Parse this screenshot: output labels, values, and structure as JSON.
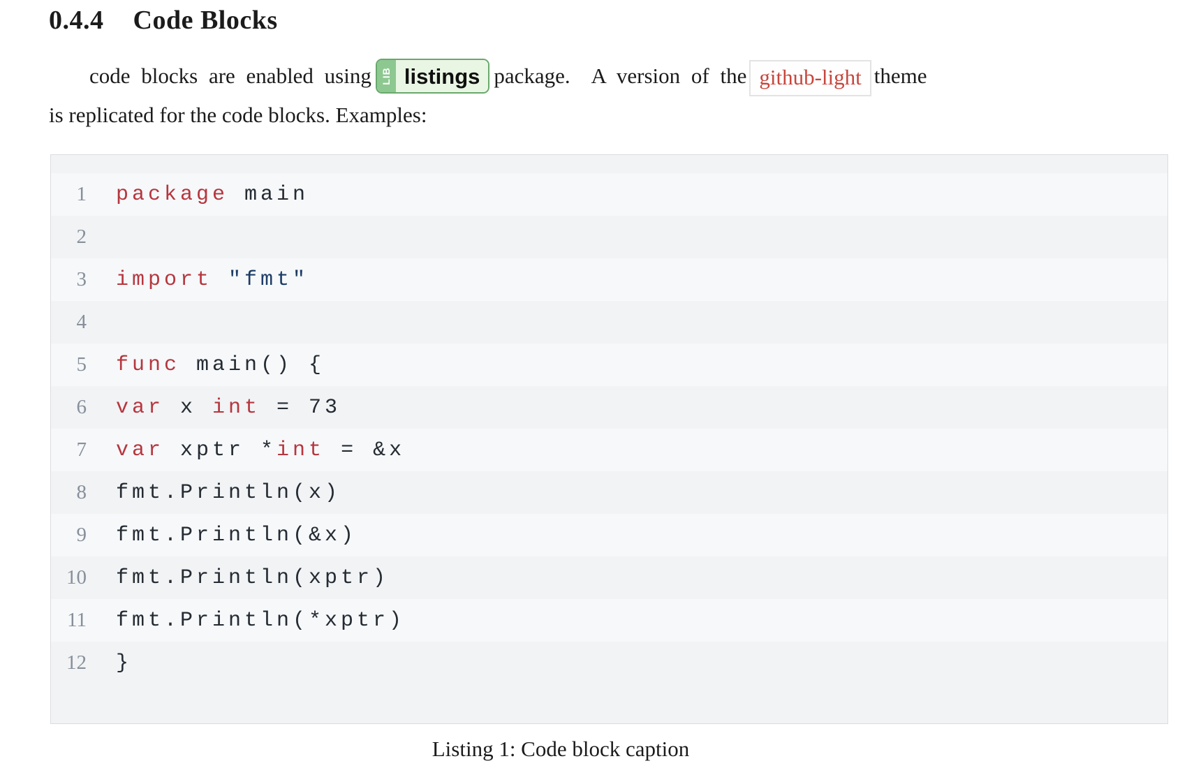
{
  "heading": {
    "number": "0.4.4",
    "title": "Code Blocks"
  },
  "paragraph": {
    "line1_before": "code blocks are enabled using",
    "badge_tag": "LIB",
    "badge_label": "listings",
    "line1_middle": "package.  A version of the",
    "theme_label": "github-light",
    "line1_after": "theme",
    "line2": "is replicated for the code blocks. Examples:"
  },
  "listing": {
    "language": "go",
    "caption": "Listing 1: Code block caption",
    "lines": [
      {
        "num": "1",
        "tokens": [
          {
            "t": "package",
            "c": "keyword"
          },
          {
            "t": " main",
            "c": "plain"
          }
        ]
      },
      {
        "num": "2",
        "tokens": []
      },
      {
        "num": "3",
        "tokens": [
          {
            "t": "import",
            "c": "keyword"
          },
          {
            "t": " ",
            "c": "plain"
          },
          {
            "t": "\"fmt\"",
            "c": "string"
          }
        ]
      },
      {
        "num": "4",
        "tokens": []
      },
      {
        "num": "5",
        "tokens": [
          {
            "t": "func",
            "c": "keyword"
          },
          {
            "t": " main() {",
            "c": "plain"
          }
        ]
      },
      {
        "num": "6",
        "tokens": [
          {
            "t": "var",
            "c": "keyword"
          },
          {
            "t": " x ",
            "c": "plain"
          },
          {
            "t": "int",
            "c": "keyword"
          },
          {
            "t": " = 73",
            "c": "plain"
          }
        ]
      },
      {
        "num": "7",
        "tokens": [
          {
            "t": "var",
            "c": "keyword"
          },
          {
            "t": " xptr *",
            "c": "plain"
          },
          {
            "t": "int",
            "c": "keyword"
          },
          {
            "t": " = &x",
            "c": "plain"
          }
        ]
      },
      {
        "num": "8",
        "tokens": [
          {
            "t": "fmt.Println(x)",
            "c": "plain"
          }
        ]
      },
      {
        "num": "9",
        "tokens": [
          {
            "t": "fmt.Println(&x)",
            "c": "plain"
          }
        ]
      },
      {
        "num": "10",
        "tokens": [
          {
            "t": "fmt.Println(xptr)",
            "c": "plain"
          }
        ]
      },
      {
        "num": "11",
        "tokens": [
          {
            "t": "fmt.Println(*xptr)",
            "c": "plain"
          }
        ]
      },
      {
        "num": "12",
        "tokens": [
          {
            "t": "}",
            "c": "plain"
          }
        ]
      }
    ]
  },
  "colors": {
    "text": "#1b1b1b",
    "keyword_red": "#b6363e",
    "string_navy": "#1d3c66",
    "code_plain": "#252b33",
    "line_number_gray": "#878f9a",
    "block_bg": "#f1f3f5",
    "block_row_alt": "#f6f8fa",
    "block_border": "#d9dce2",
    "badge_border": "#69a86c",
    "badge_tag_bg": "#8dc890",
    "badge_tag_text": "#ffffff",
    "badge_body_bg": "#eaf6e4",
    "theme_red": "#c7463c",
    "theme_box_border": "#e3e3e3",
    "theme_box_bg": "#fefefe"
  }
}
